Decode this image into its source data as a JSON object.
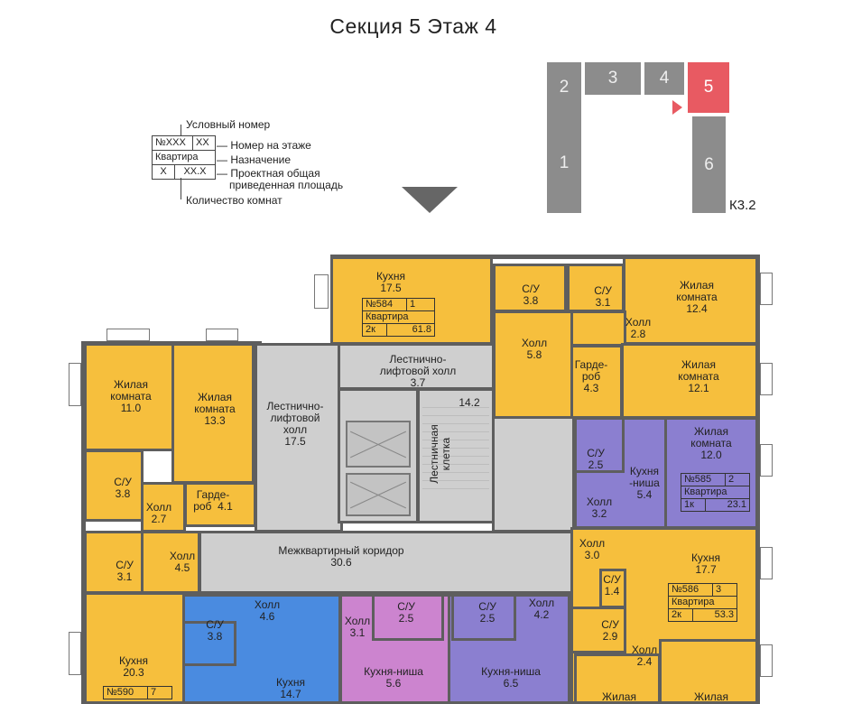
{
  "title": "Секция 5 Этаж 4",
  "legend": {
    "number_cell": "№XXX",
    "floor_cell": "XX",
    "type_cell": "Квартира",
    "rooms_cell": "X",
    "area_cell": "XX.X",
    "label_conditional": "Условный номер",
    "label_floor_number": "Номер на этаже",
    "label_purpose": "Назначение",
    "label_area_1": "Проектная общая",
    "label_area_2": "приведенная площадь",
    "label_rooms": "Количество комнат"
  },
  "keymap": {
    "sections": [
      "1",
      "2",
      "3",
      "4",
      "5",
      "6"
    ],
    "active": "5",
    "building": "К3.2"
  },
  "rooms": {
    "kitchen_584": [
      "Кухня",
      "17.5"
    ],
    "su_38": [
      "С/У",
      "3.8"
    ],
    "su_31": [
      "С/У",
      "3.1"
    ],
    "living_124": [
      "Жилая",
      "комната",
      "12.4"
    ],
    "hall_28": [
      "Холл",
      "2.8"
    ],
    "hall_58": [
      "Холл",
      "5.8"
    ],
    "garderob_43": [
      "Гарде-",
      "роб",
      "4.3"
    ],
    "living_121": [
      "Жилая",
      "комната",
      "12.1"
    ],
    "stair_hall_37": [
      "Лестнично-",
      "лифтовой холл",
      "3.7"
    ],
    "stair_142": "14.2",
    "stair_cage": [
      "Лестничная",
      "клетка"
    ],
    "stair_hall_175": [
      "Лестнично-",
      "лифтовой",
      "холл",
      "17.5"
    ],
    "living_110": [
      "Жилая",
      "комната",
      "11.0"
    ],
    "living_133": [
      "Жилая",
      "комната",
      "13.3"
    ],
    "su_38b": [
      "С/У",
      "3.8"
    ],
    "hall_27": [
      "Холл",
      "2.7"
    ],
    "garderob_41": [
      "Гарде-",
      "роб",
      "4.1"
    ],
    "su_31b": [
      "С/У",
      "3.1"
    ],
    "hall_45": [
      "Холл",
      "4.5"
    ],
    "corridor": [
      "Межквартирный коридор",
      "30.6"
    ],
    "su_25a": [
      "С/У",
      "2.5"
    ],
    "kitchen_54": [
      "Кухня",
      "-ниша",
      "5.4"
    ],
    "living_120": [
      "Жилая",
      "комната",
      "12.0"
    ],
    "hall_32": [
      "Холл",
      "3.2"
    ],
    "hall_30": [
      "Холл",
      "3.0"
    ],
    "su_14": [
      "С/У",
      "1.4"
    ],
    "kitchen_177": [
      "Кухня",
      "17.7"
    ],
    "su_29": [
      "С/У",
      "2.9"
    ],
    "hall_24": [
      "Холл",
      "2.4"
    ],
    "hall_46": [
      "Холл",
      "4.6"
    ],
    "su_38c": [
      "С/У",
      "3.8"
    ],
    "kitchen_147": [
      "Кухня",
      "14.7"
    ],
    "hall_31": [
      "Холл",
      "3.1"
    ],
    "su_25b": [
      "С/У",
      "2.5"
    ],
    "kitchen_56": [
      "Кухня-ниша",
      "5.6"
    ],
    "su_25c": [
      "С/У",
      "2.5"
    ],
    "hall_42": [
      "Холл",
      "4.2"
    ],
    "kitchen_65": [
      "Кухня-ниша",
      "6.5"
    ],
    "kitchen_203": [
      "Кухня",
      "20.3"
    ],
    "living_bottom_1": "Жилая",
    "living_bottom_2": "Жилая"
  },
  "apartments": {
    "a584": {
      "number": "№584",
      "floor_no": "1",
      "type": "Квартира",
      "rooms": "2к",
      "area": "61.8"
    },
    "a585": {
      "number": "№585",
      "floor_no": "2",
      "type": "Квартира",
      "rooms": "1к",
      "area": "23.1"
    },
    "a586": {
      "number": "№586",
      "floor_no": "3",
      "type": "Квартира",
      "rooms": "2к",
      "area": "53.3"
    },
    "a590": {
      "number": "№590",
      "floor_no": "7"
    }
  },
  "colors": {
    "yellow": "#f6bf3d",
    "grey": "#cfcfcf",
    "blue": "#4a8be0",
    "pink": "#cc84cf",
    "violet": "#8b7fd0",
    "active_section": "#e85a62"
  }
}
